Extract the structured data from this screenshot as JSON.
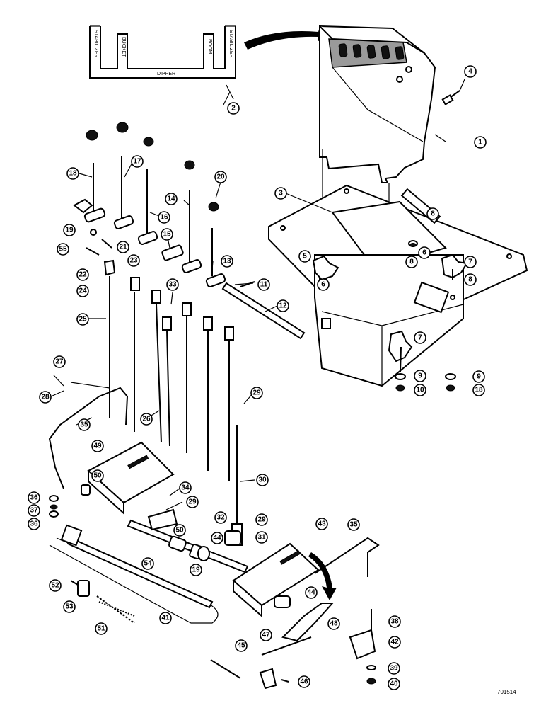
{
  "decal": {
    "left_stabilizer": "STABILIZER",
    "bucket": "BUCKET",
    "boom": "BOOM",
    "right_stabilizer": "STABILIZER",
    "dipper": "DIPPER"
  },
  "reference_code": "701514",
  "callouts": {
    "c1": "1",
    "c2": "2",
    "c3": "3",
    "c4": "4",
    "c5": "5",
    "c6": "6",
    "c7a": "7",
    "c7b": "7",
    "c8a": "8",
    "c8b": "8",
    "c8c": "8",
    "c6b": "6",
    "c9a": "9",
    "c9b": "9",
    "c10": "10",
    "c18b": "18",
    "c11": "11",
    "c12": "12",
    "c13": "13",
    "c14": "14",
    "c15": "15",
    "c16": "16",
    "c17": "17",
    "c18": "18",
    "c19": "19",
    "c20": "20",
    "c21": "21",
    "c22": "22",
    "c23": "23",
    "c24": "24",
    "c25": "25",
    "c26": "26",
    "c27": "27",
    "c28": "28",
    "c29a": "29",
    "c29b": "29",
    "c29c": "29",
    "c30": "30",
    "c31": "31",
    "c32": "32",
    "c33": "33",
    "c34": "34",
    "c35a": "35",
    "c35b": "35",
    "c36a": "36",
    "c36b": "36",
    "c37": "37",
    "c38": "38",
    "c39": "39",
    "c40": "40",
    "c41": "41",
    "c42": "42",
    "c43": "43",
    "c44a": "44",
    "c44b": "44",
    "c45": "45",
    "c46": "46",
    "c47": "47",
    "c48": "48",
    "c49": "49",
    "c50a": "50",
    "c50b": "50",
    "c51": "51",
    "c52": "52",
    "c53": "53",
    "c54": "54",
    "c55": "55",
    "c19b": "19"
  }
}
